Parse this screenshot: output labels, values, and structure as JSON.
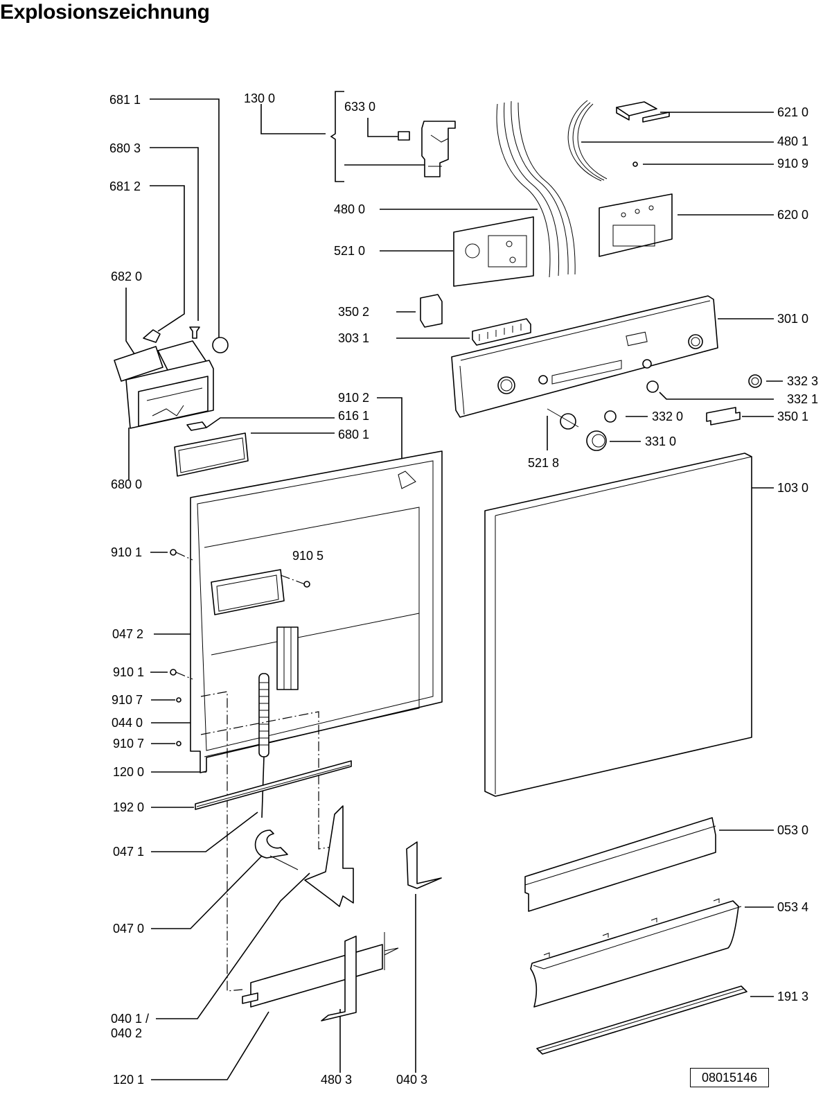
{
  "title": "Explosionszeichnung",
  "document_number": "08015146",
  "callouts": {
    "c6811": "681 1",
    "c1300": "130 0",
    "c6330": "633 0",
    "c6210": "621 0",
    "c4801": "480 1",
    "c9109": "910 9",
    "c6803": "680 3",
    "c6812": "681 2",
    "c4800": "480 0",
    "c6200": "620 0",
    "c5210": "521 0",
    "c6820": "682 0",
    "c3502": "350 2",
    "c3031": "303 1",
    "c3010": "301 0",
    "c3323": "332 3",
    "c9102": "910 2",
    "c3321": "332 1",
    "c6161": "616 1",
    "c3320": "332 0",
    "c3501": "350 1",
    "c6801": "680 1",
    "c3310": "331 0",
    "c5218": "521 8",
    "c6800": "680 0",
    "c1030": "103 0",
    "c9101a": "910 1",
    "c9105": "910 5",
    "c0472": "047 2",
    "c9101b": "910 1",
    "c9107a": "910 7",
    "c0440": "044 0",
    "c9107b": "910 7",
    "c1200": "120 0",
    "c1920": "192 0",
    "c0530": "053 0",
    "c0471": "047 1",
    "c0470": "047 0",
    "c0534": "053 4",
    "c0401": "040 1 /",
    "c0402": "040 2",
    "c1913": "191 3",
    "c1201": "120 1",
    "c4803": "480 3",
    "c0403": "040 3"
  }
}
